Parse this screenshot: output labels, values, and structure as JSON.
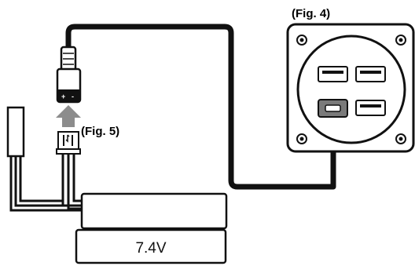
{
  "labels": {
    "fig4": "(Fig. 4)",
    "fig5": "(Fig. 5)",
    "battery_voltage": "7.4V",
    "plug_plus": "+",
    "plug_minus": "-"
  },
  "colors": {
    "line": "#111111",
    "arrow": "#8c8c8c",
    "port_fill": "#7a7a7a",
    "panel_fill": "#ffffff"
  },
  "hub": {
    "usb_ports": 4,
    "input_port": "micro-usb"
  }
}
